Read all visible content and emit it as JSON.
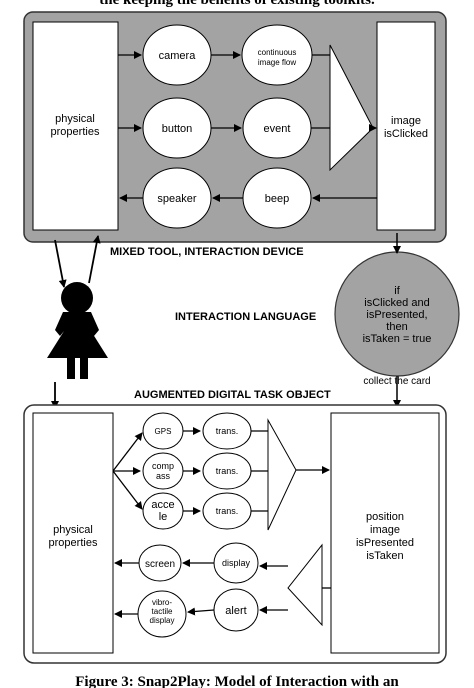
{
  "header_text": "the keeping the benefits of existing toolkits.",
  "caption": "Figure 3: Snap2Play: Model of Interaction with an",
  "mixed_tool": {
    "title": "MIXED TOOL, INTERACTION DEVICE",
    "left_box": "physical properties",
    "right_box": [
      "image",
      "isClicked"
    ],
    "nodes": {
      "camera": "camera",
      "flow": [
        "continuous",
        "image flow"
      ],
      "button": "button",
      "event": "event",
      "speaker": "speaker",
      "beep": "beep"
    }
  },
  "interaction_language": {
    "title": "INTERACTION LANGUAGE",
    "rule": [
      "if",
      "isClicked and",
      "isPresented,",
      "then",
      "isTaken = true"
    ],
    "collect": "collect the card"
  },
  "task_object": {
    "title": "AUGMENTED DIGITAL TASK OBJECT",
    "left_box": "physical properties",
    "right_box": [
      "position",
      "image",
      "isPresented",
      "isTaken"
    ],
    "nodes": {
      "gps": "GPS",
      "compass": [
        "comp",
        "ass"
      ],
      "accel": [
        "acce",
        "le"
      ],
      "trans1": "trans.",
      "trans2": "trans.",
      "trans3": "trans.",
      "screen": "screen",
      "display": "display",
      "vibro": [
        "vibro-",
        "tactile",
        "display"
      ],
      "alert": "alert"
    }
  }
}
